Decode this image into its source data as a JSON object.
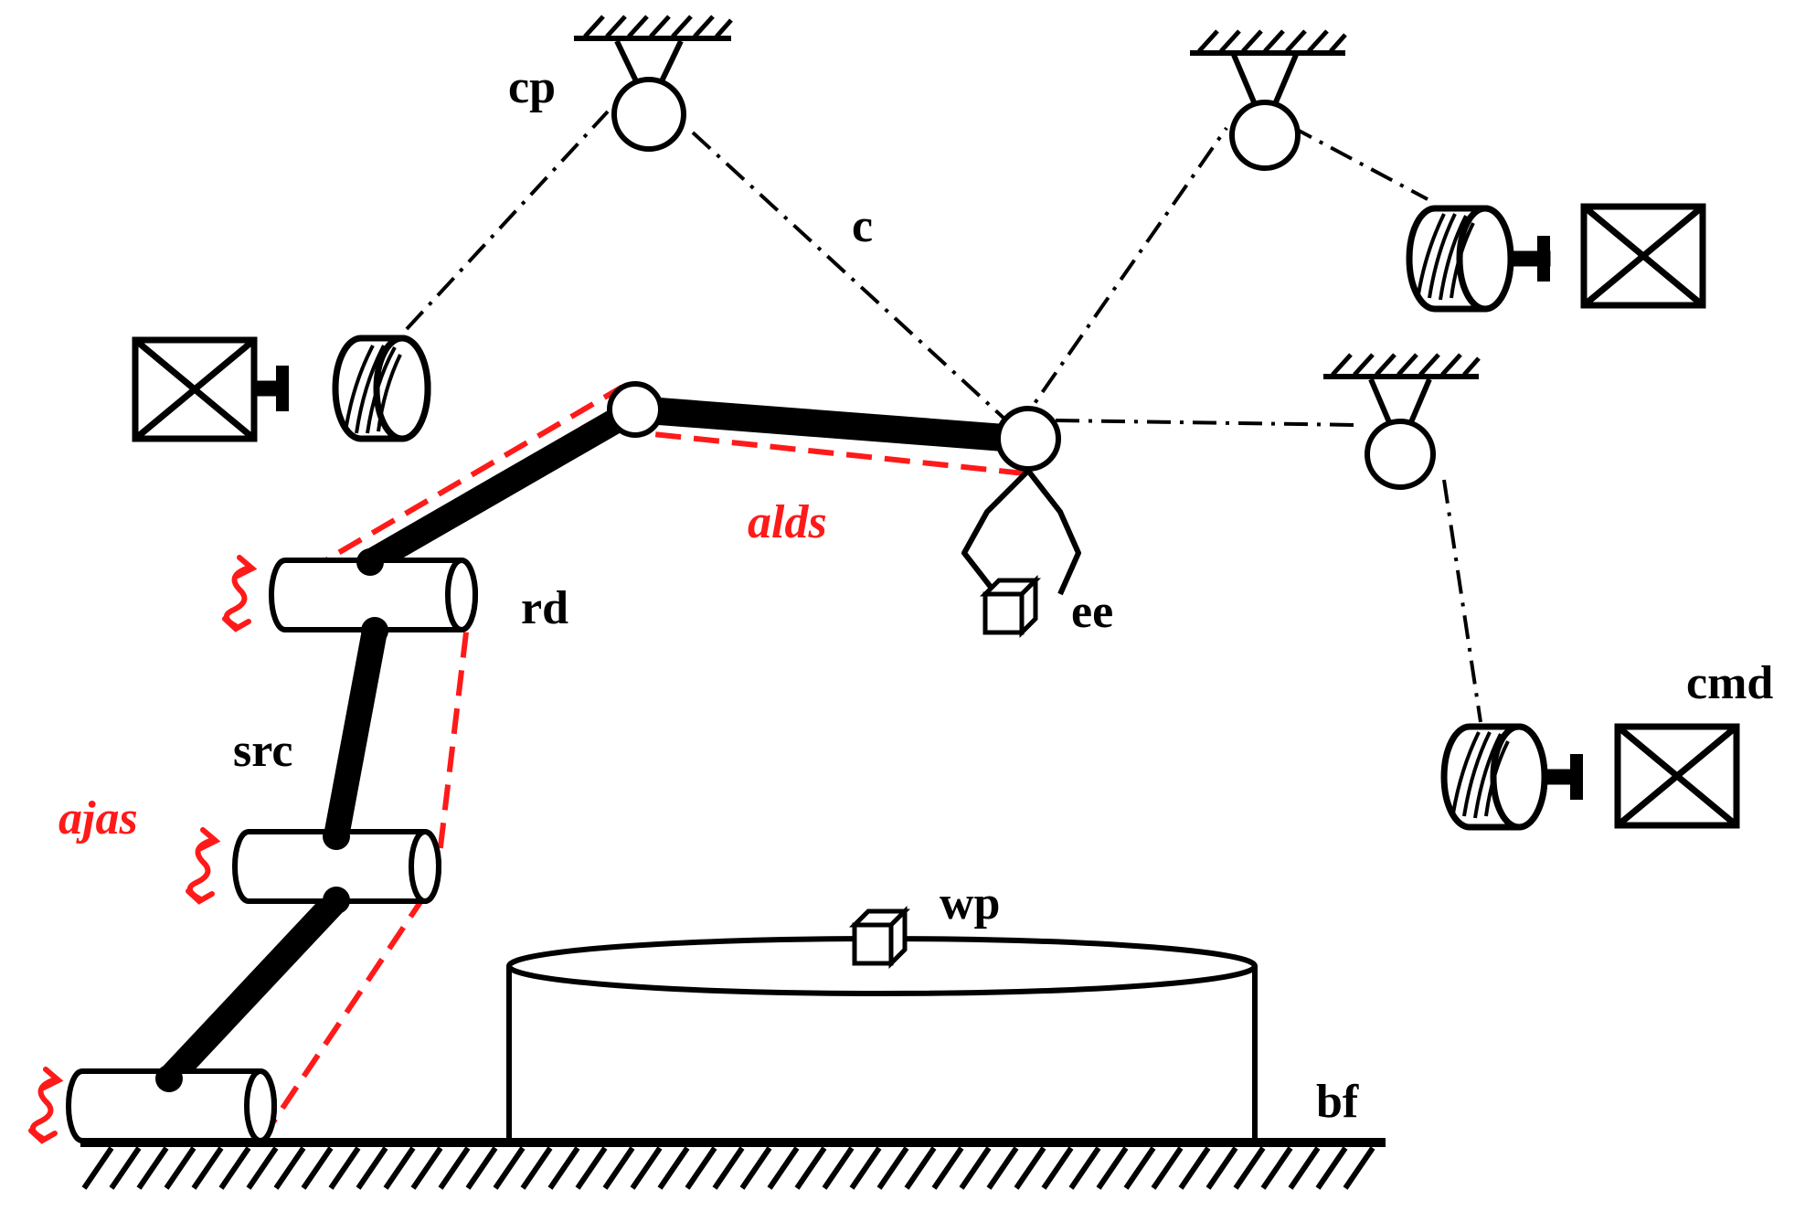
{
  "colors": {
    "line": "#000000",
    "highlight": "#ff1a1a",
    "background": "#ffffff"
  },
  "labels": {
    "cable_pulley": "cp",
    "cable": "c",
    "cable_motor_drive": "cmd",
    "robot_drive": "rd",
    "serial_robot_chain": "src",
    "end_effector": "ee",
    "workpiece": "wp",
    "base_frame": "bf",
    "link_deflection": "alds",
    "joint_deflection": "ajas"
  },
  "icons": [
    "ground-hatch",
    "pulley",
    "cable-drum",
    "motor-box",
    "joint-cylinder",
    "gripper",
    "workpiece-cube",
    "turntable",
    "rotation-arrow"
  ]
}
